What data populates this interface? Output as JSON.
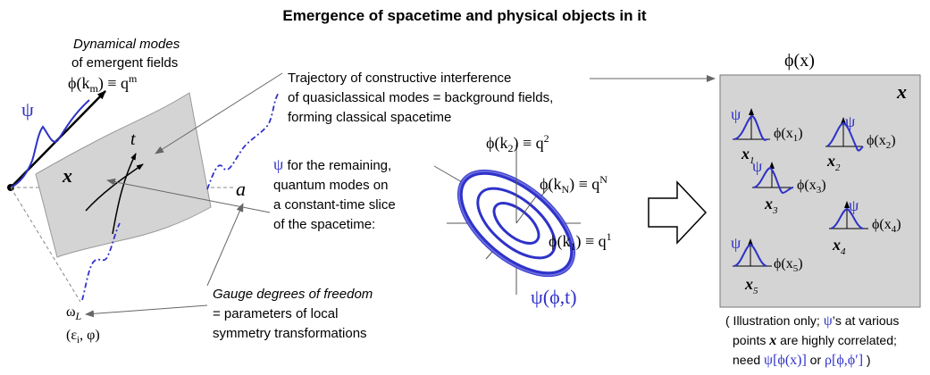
{
  "title": "Emergence of spacetime and physical objects in it",
  "left": {
    "caption_line1": "Dynamical modes",
    "caption_line2": "of emergent fields",
    "mode_label": "ϕ(k",
    "mode_sub": "m",
    "mode_eq": ") ≡ q",
    "mode_sup": "m",
    "psi": "ψ",
    "x": "x",
    "t": "t",
    "a": "a",
    "omega": "ω",
    "omega_sub": "L",
    "eps": "(ε",
    "eps_sub": "i",
    "eps_rest": ", φ)"
  },
  "trajectory": {
    "line1": "Trajectory of constructive interference",
    "line2": "of quasiclassical modes = background fields,",
    "line3": "forming classical spacetime"
  },
  "remaining": {
    "psi": "ψ",
    "line1": " for the remaining,",
    "line2": "quantum modes on",
    "line3": "a constant-time slice",
    "line4": "of the spacetime:"
  },
  "gauge": {
    "line1": "Gauge degrees of freedom",
    "line2": "= parameters of local",
    "line3": "symmetry transformations"
  },
  "ellipse_labels": {
    "k2": "ϕ(k",
    "k2_sub": "2",
    "k2_eq": ") ≡ q",
    "k2_sup": "2",
    "kN": "ϕ(k",
    "kN_sub": "N",
    "kN_eq": ") ≡ q",
    "kN_sup": "N",
    "k1": "ϕ(k",
    "k1_sub": "1",
    "k1_eq": ") ≡ q",
    "k1_sup": "1",
    "psi_phi_t": "ψ(ϕ,t)"
  },
  "right": {
    "phi_x": "ϕ(x)",
    "box_x": "x",
    "psi": "ψ",
    "points": [
      {
        "label": "x",
        "sub": "1",
        "phi": "ϕ(x",
        "phi_sub": "1",
        "close": ")"
      },
      {
        "label": "x",
        "sub": "2",
        "phi": "ϕ(x",
        "phi_sub": "2",
        "close": ")"
      },
      {
        "label": "x",
        "sub": "3",
        "phi": "ϕ(x",
        "phi_sub": "3",
        "close": ")"
      },
      {
        "label": "x",
        "sub": "4",
        "phi": "ϕ(x",
        "phi_sub": "4",
        "close": ")"
      },
      {
        "label": "x",
        "sub": "5",
        "phi": "ϕ(x",
        "phi_sub": "5",
        "close": ")"
      }
    ],
    "note_line1_a": "( Illustration only; ",
    "note_line1_b": "ψ",
    "note_line1_c": "’s at various",
    "note_line2_a": "points ",
    "note_line2_b": "x",
    "note_line2_c": " are highly correlated;",
    "note_line3_a": "need ",
    "note_line3_b": "ψ[ϕ(x)]",
    "note_line3_c": " or ",
    "note_line3_d": "ρ[ϕ,ϕ′]",
    "note_line3_e": " )"
  },
  "colors": {
    "blue": "#2f32c8",
    "gray_fill": "#d4d4d4",
    "box_fill": "#d4d4d4"
  }
}
